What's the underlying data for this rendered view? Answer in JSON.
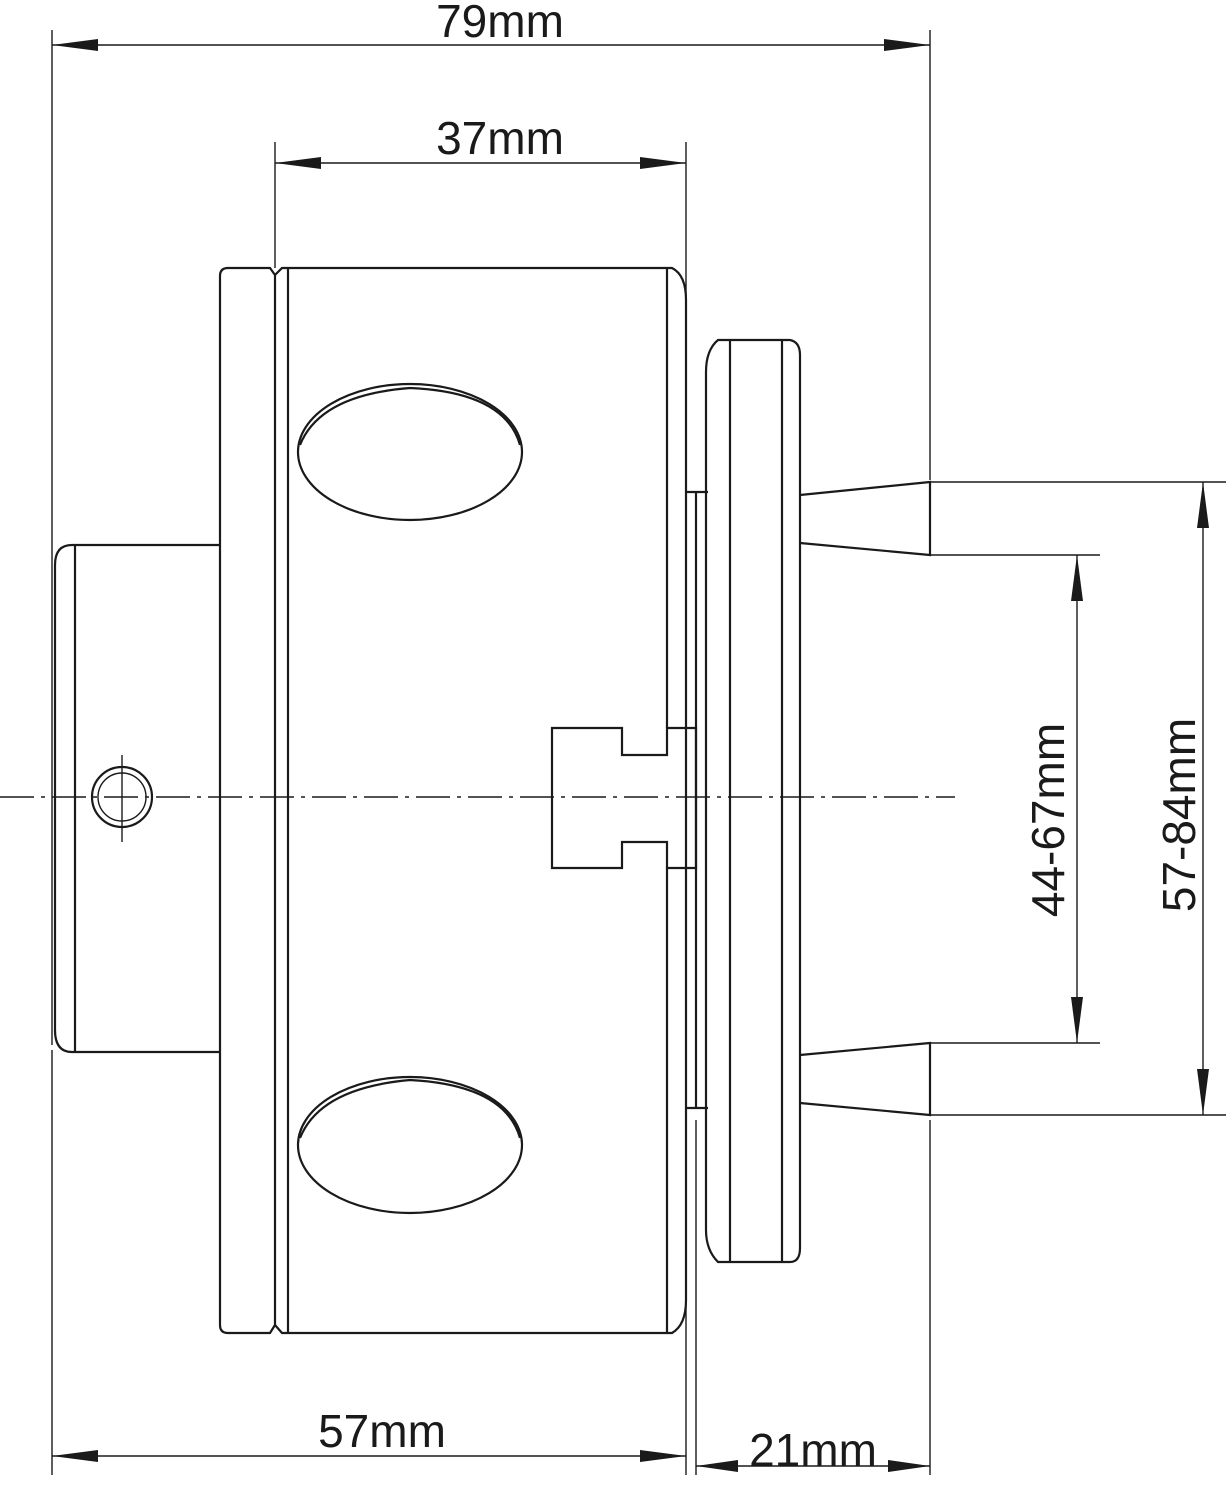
{
  "dimensions": {
    "overall_length": "79mm",
    "body_length": "37mm",
    "base_length": "57mm",
    "jaw_protrusion": "21mm",
    "inner_grip_range": "44-67mm",
    "outer_grip_range": "57-84mm"
  }
}
